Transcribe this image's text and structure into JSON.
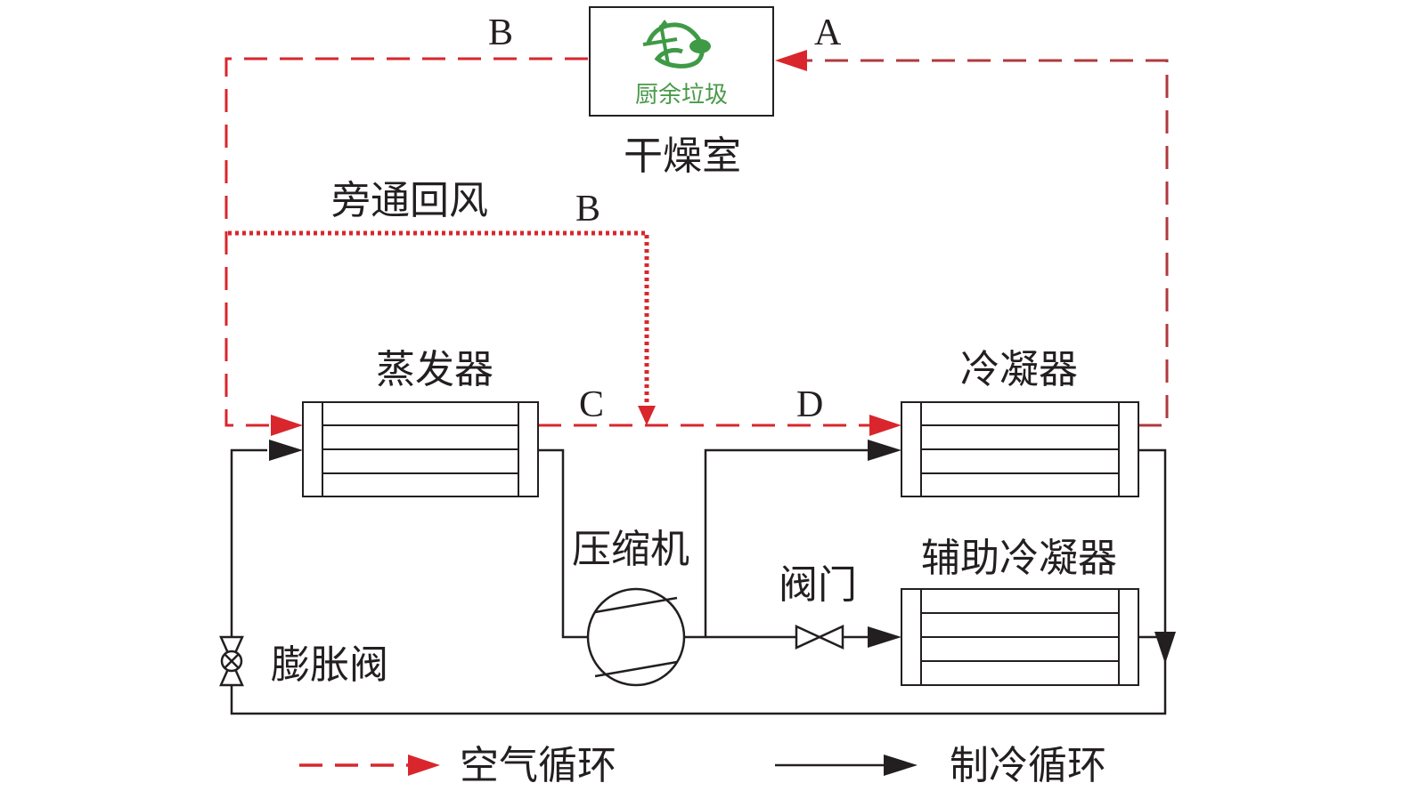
{
  "labels": {
    "drying_room": "干燥室",
    "kitchen_waste": "厨余垃圾",
    "bypass_return_air": "旁通回风",
    "evaporator": "蒸发器",
    "condenser": "冷凝器",
    "compressor": "压缩机",
    "valve": "阀门",
    "aux_condenser": "辅助冷凝器",
    "expansion_valve": "膨胀阀",
    "point_a": "A",
    "point_b_top": "B",
    "point_b_bypass": "B",
    "point_c": "C",
    "point_d": "D"
  },
  "legend": {
    "air_cycle": "空气循环",
    "refrigeration_cycle": "制冷循环"
  },
  "colors": {
    "air_line": "#d9262c",
    "air_line_right": "#b0393e",
    "refrigerant_line": "#231f20",
    "logo_green": "#3f9a46"
  }
}
